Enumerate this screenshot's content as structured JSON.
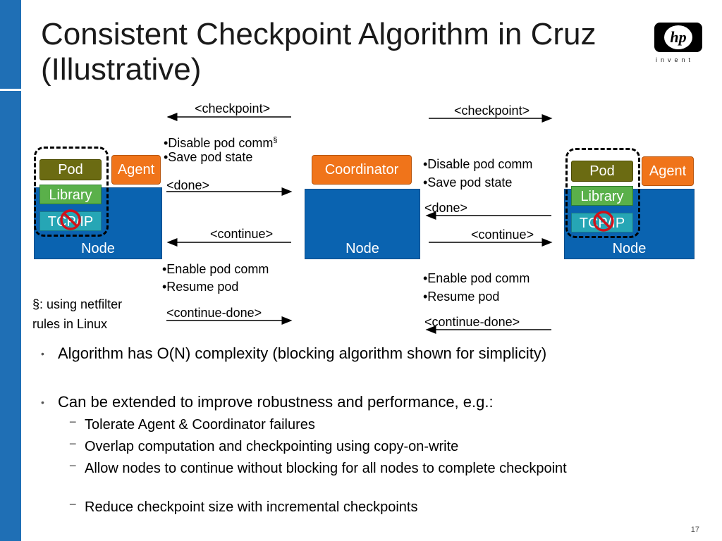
{
  "title": "Consistent Checkpoint Algorithm in Cruz (Illustrative)",
  "logo": {
    "mark": "hp",
    "tagline": "invent"
  },
  "left_node": {
    "pod": "Pod",
    "library": "Library",
    "tcpip": "TCP/IP",
    "node": "Node",
    "agent": "Agent"
  },
  "center_node": {
    "coordinator": "Coordinator",
    "node": "Node"
  },
  "right_node": {
    "pod": "Pod",
    "library": "Library",
    "tcpip": "TCP/IP",
    "node": "Node",
    "agent": "Agent"
  },
  "left_flow": {
    "checkpoint": "<checkpoint>",
    "disable": "•Disable pod comm",
    "disable_mark": "§",
    "save": "•Save pod state",
    "done": "<done>",
    "continue": "<continue>",
    "enable": "•Enable pod comm",
    "resume": "•Resume pod",
    "continue_done": "<continue-done>"
  },
  "right_flow": {
    "checkpoint": "<checkpoint>",
    "disable": "•Disable pod comm",
    "save": "•Save pod state",
    "done": "<done>",
    "continue": "<continue>",
    "enable": "•Enable pod comm",
    "resume": "•Resume pod",
    "continue_done": "<continue-done>"
  },
  "footnote": {
    "line1": "§: using netfilter",
    "line2": "rules in Linux"
  },
  "bullets": [
    "Algorithm has O(N) complexity (blocking algorithm shown for simplicity)",
    "Can be extended to improve robustness and performance, e.g.:"
  ],
  "sub_bullets": [
    "Tolerate Agent & Coordinator failures",
    "Overlap computation and checkpointing using copy-on-write",
    "Allow nodes to continue without blocking for all nodes to complete checkpoint",
    "Reduce checkpoint size with incremental checkpoints"
  ],
  "page_number": "17",
  "colors": {
    "accent_blue": "#1f6fb5",
    "node_blue": "#0a63b0",
    "orange": "#f0741a",
    "pod_olive": "#6b6b12",
    "library_green": "#5ab04a",
    "tcp_teal": "#26a6b5",
    "prohibit_red": "#d0121b"
  }
}
